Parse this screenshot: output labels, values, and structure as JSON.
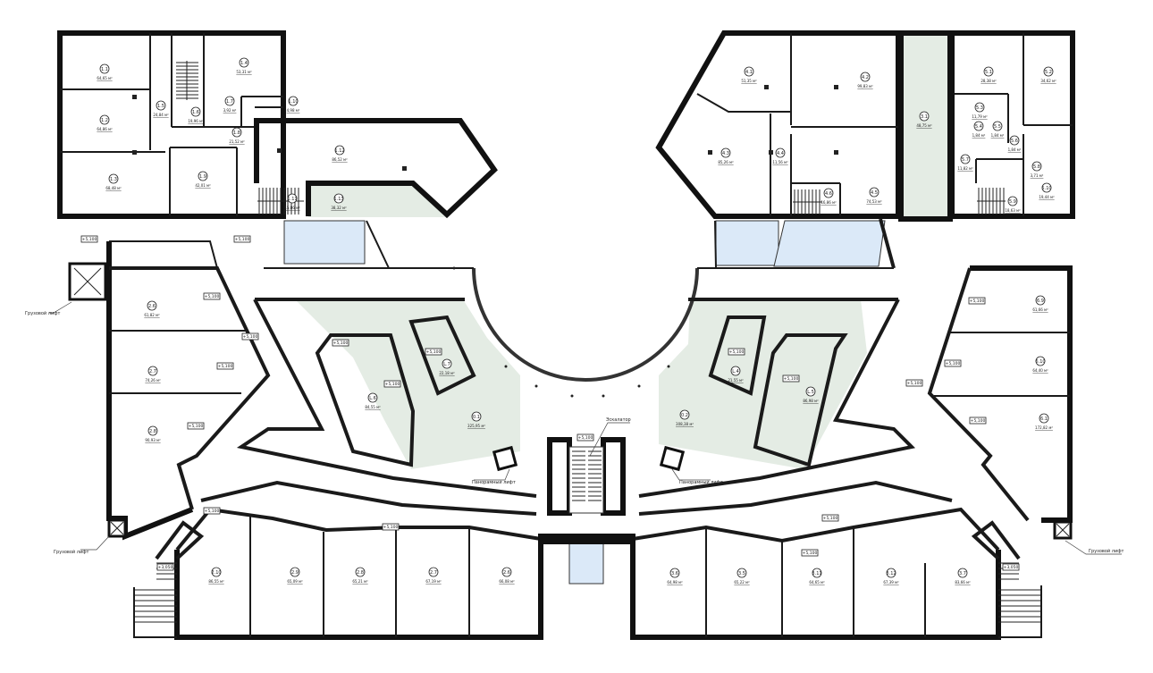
{
  "drawing": {
    "type": "architectural-floor-plan",
    "background": "#ffffff",
    "colors": {
      "common_area_fill": "#e4ece4",
      "void_fill": "#dbe9f8",
      "wall": "#1a1a1a"
    }
  },
  "callouts": {
    "freight_lift_left": "Грузовой лифт",
    "panoramic_lift_left": "Панорамный лифт",
    "panoramic_lift_right": "Панорамный лифт",
    "escalator": "Эскалатор",
    "freight_lift_bottom_left": "Грузовой лифт",
    "freight_lift_bottom_right": "Грузовой лифт"
  },
  "level_marks": {
    "mark_a": "+5,100",
    "mark_b": "+5,100",
    "mark_c": "+5,100",
    "mark_d": "+5,100",
    "mark_e": "+5,100",
    "mark_f": "+5,100",
    "mark_g": "+5,100",
    "mark_h": "+5,100",
    "mark_i": "+5,100",
    "mark_j": "+5,100",
    "mark_k": "+5,100",
    "mark_l": "+5,100",
    "mark_m": "+5,100",
    "mark_n": "+5,100",
    "mark_o": "+5,100",
    "mark_p": "+5,100",
    "mark_q": "+5,100",
    "mark_r": "+5,100",
    "mark_s": "+3,050",
    "mark_t": "+3,050",
    "mark_u": "+5,100",
    "mark_v": "+5,100"
  },
  "rooms": {
    "nw_1": {
      "id": "1.1",
      "area": "64,65 м²"
    },
    "nw_2": {
      "id": "1.2",
      "area": "64,86 м²"
    },
    "nw_3": {
      "id": "1.3",
      "area": "68,48 м²"
    },
    "nw_4": {
      "id": "1.4",
      "area": "53,31 м²"
    },
    "nw_5": {
      "id": "1.5",
      "area": "24,84 м²"
    },
    "nw_6": {
      "id": "1.6",
      "area": "19,96 м²"
    },
    "nw_7": {
      "id": "1.7",
      "area": "3,92 м²"
    },
    "nw_8": {
      "id": "1.8",
      "area": "21,52 м²"
    },
    "nw_9": {
      "id": "1.9",
      "area": "42,01 м²"
    },
    "nw_10": {
      "id": "1.10",
      "area": "4,98 м²"
    },
    "nw_11": {
      "id": "1.11",
      "area": "15,86 м²"
    },
    "nw_12": {
      "id": "1.12",
      "area": "86,52 м²"
    },
    "nw_13": {
      "id": "1.13",
      "area": "38,32 м²"
    },
    "ne_1": {
      "id": "4.1",
      "area": "51,35 м²"
    },
    "ne_2": {
      "id": "4.2",
      "area": "99,83 м²"
    },
    "ne_3": {
      "id": "4.3",
      "area": "85,26 м²"
    },
    "ne_4": {
      "id": "4.4",
      "area": "11,56 м²"
    },
    "ne_5": {
      "id": "4.5",
      "area": "74,53 м²"
    },
    "ne_6": {
      "id": "4.6",
      "area": "16,86 м²"
    },
    "ne_corr": {
      "id": "3.1",
      "area": "48,75 м²"
    },
    "ne_7": {
      "id": "5.1",
      "area": "28,38 м²"
    },
    "ne_8": {
      "id": "5.2",
      "area": "34,62 м²"
    },
    "ne_9": {
      "id": "5.3",
      "area": "11,79 м²"
    },
    "ne_10": {
      "id": "5.4",
      "area": "1,84 м²"
    },
    "ne_11": {
      "id": "5.5",
      "area": "1,84 м²"
    },
    "ne_12": {
      "id": "5.6",
      "area": "1,84 м²"
    },
    "ne_13": {
      "id": "5.7",
      "area": "11,82 м²"
    },
    "ne_14": {
      "id": "5.8",
      "area": "3,71 м²"
    },
    "ne_15": {
      "id": "5.9",
      "area": "18,63 м²"
    },
    "ne_16": {
      "id": "5.10",
      "area": "19,44 м²"
    },
    "w_1": {
      "id": "2.6",
      "area": "61,82 м²"
    },
    "w_2": {
      "id": "2.7",
      "area": "74,26 м²"
    },
    "w_3": {
      "id": "2.8",
      "area": "90,93 м²"
    },
    "c_left_big": {
      "id": "L.6",
      "area": "84,55 м²"
    },
    "c_left_small": {
      "id": "L.7",
      "area": "22,18 м²"
    },
    "c_left_common": {
      "id": "0.1",
      "area": "325,95 м²"
    },
    "c_right_big": {
      "id": "L.5",
      "area": "86,98 м²"
    },
    "c_right_small": {
      "id": "L.4",
      "area": "21,55 м²"
    },
    "c_right_common": {
      "id": "0.2",
      "area": "308,38 м²"
    },
    "e_1": {
      "id": "6.9",
      "area": "61,66 м²"
    },
    "e_2": {
      "id": "6.10",
      "area": "64,40 м²"
    },
    "e_3": {
      "id": "6.1",
      "area": "172,82 м²"
    },
    "s_1": {
      "id": "2.10",
      "area": "86,55 м²"
    },
    "s_2": {
      "id": "2.9",
      "area": "65,09 м²"
    },
    "s_3": {
      "id": "2.8",
      "area": "65,21 м²"
    },
    "s_4": {
      "id": "2.7",
      "area": "67,19 м²"
    },
    "s_5": {
      "id": "2.6",
      "area": "66,08 м²"
    },
    "s_6": {
      "id": "3.6",
      "area": "64,98 м²"
    },
    "s_7": {
      "id": "3.5",
      "area": "65,22 м²"
    },
    "s_8": {
      "id": "3.11",
      "area": "64,65 м²"
    },
    "s_9": {
      "id": "3.12",
      "area": "67,39 м²"
    },
    "s_10": {
      "id": "3.7",
      "area": "83,66 м²"
    }
  }
}
